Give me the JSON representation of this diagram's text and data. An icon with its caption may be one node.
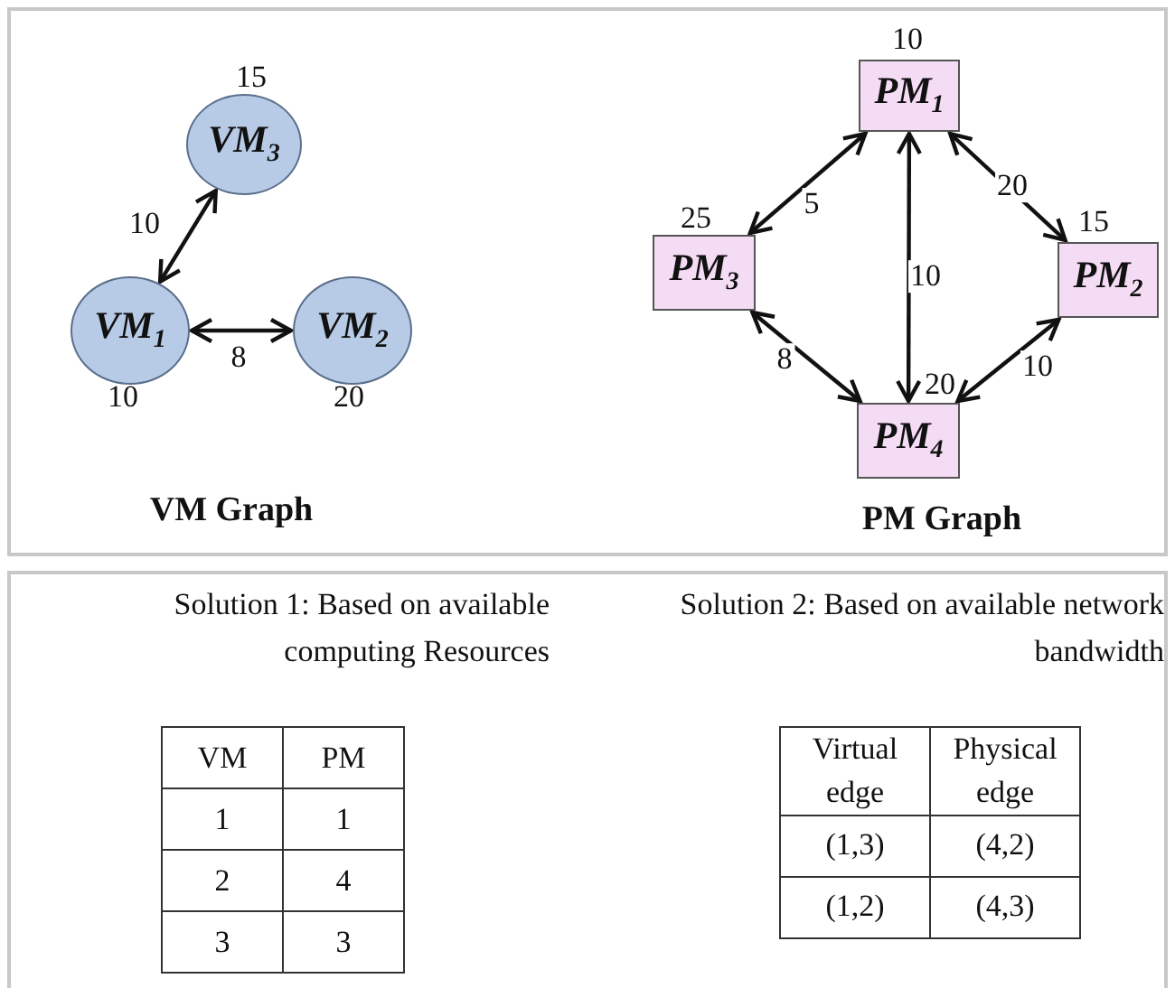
{
  "diagram": {
    "nodes": [
      {
        "text": [
          "VM$_{1}$"
        ],
        "beside": [
          "10"
        ]
      },
      {
        "text": [
          "VM$_{2}$"
        ],
        "beside": [
          "20"
        ]
      },
      {
        "text": [
          "VM$_{3}$"
        ],
        "beside": [
          "15"
        ]
      },
      {
        "text": [
          "PM$_{1}$"
        ],
        "beside": [
          "10"
        ]
      },
      {
        "text": [
          "PM$_{2}$"
        ],
        "beside": [
          "15"
        ]
      },
      {
        "text": [
          "PM$_{3}$"
        ],
        "beside": [
          "25"
        ]
      },
      {
        "text": [
          "PM$_{4}$"
        ],
        "beside": [
          "20"
        ]
      }
    ],
    "edges": [
      {
        "from": 0,
        "to": 2,
        "arrow": "both",
        "label": "10"
      },
      {
        "from": 0,
        "to": 1,
        "arrow": "both",
        "label": "8"
      },
      {
        "from": 3,
        "to": 5,
        "arrow": "both",
        "label": "5"
      },
      {
        "from": 3,
        "to": 4,
        "arrow": "both",
        "label": "20"
      },
      {
        "from": 3,
        "to": 6,
        "arrow": "both",
        "label": "10"
      },
      {
        "from": 5,
        "to": 6,
        "arrow": "both",
        "label": "8"
      },
      {
        "from": 4,
        "to": 6,
        "arrow": "both",
        "label": "10"
      }
    ],
    "labels": [
      "VM Graph",
      "PM Graph",
      "Solution 1: Based on available computing Resources",
      "Solution 2: Based on available network bandwidth",
      "VM",
      "PM",
      "1",
      "1",
      "2",
      "4",
      "3",
      "3",
      "Virtual edge",
      "Physical edge",
      "(1,3)",
      "(4,2)",
      "(1,2)",
      "(4,3)"
    ]
  }
}
